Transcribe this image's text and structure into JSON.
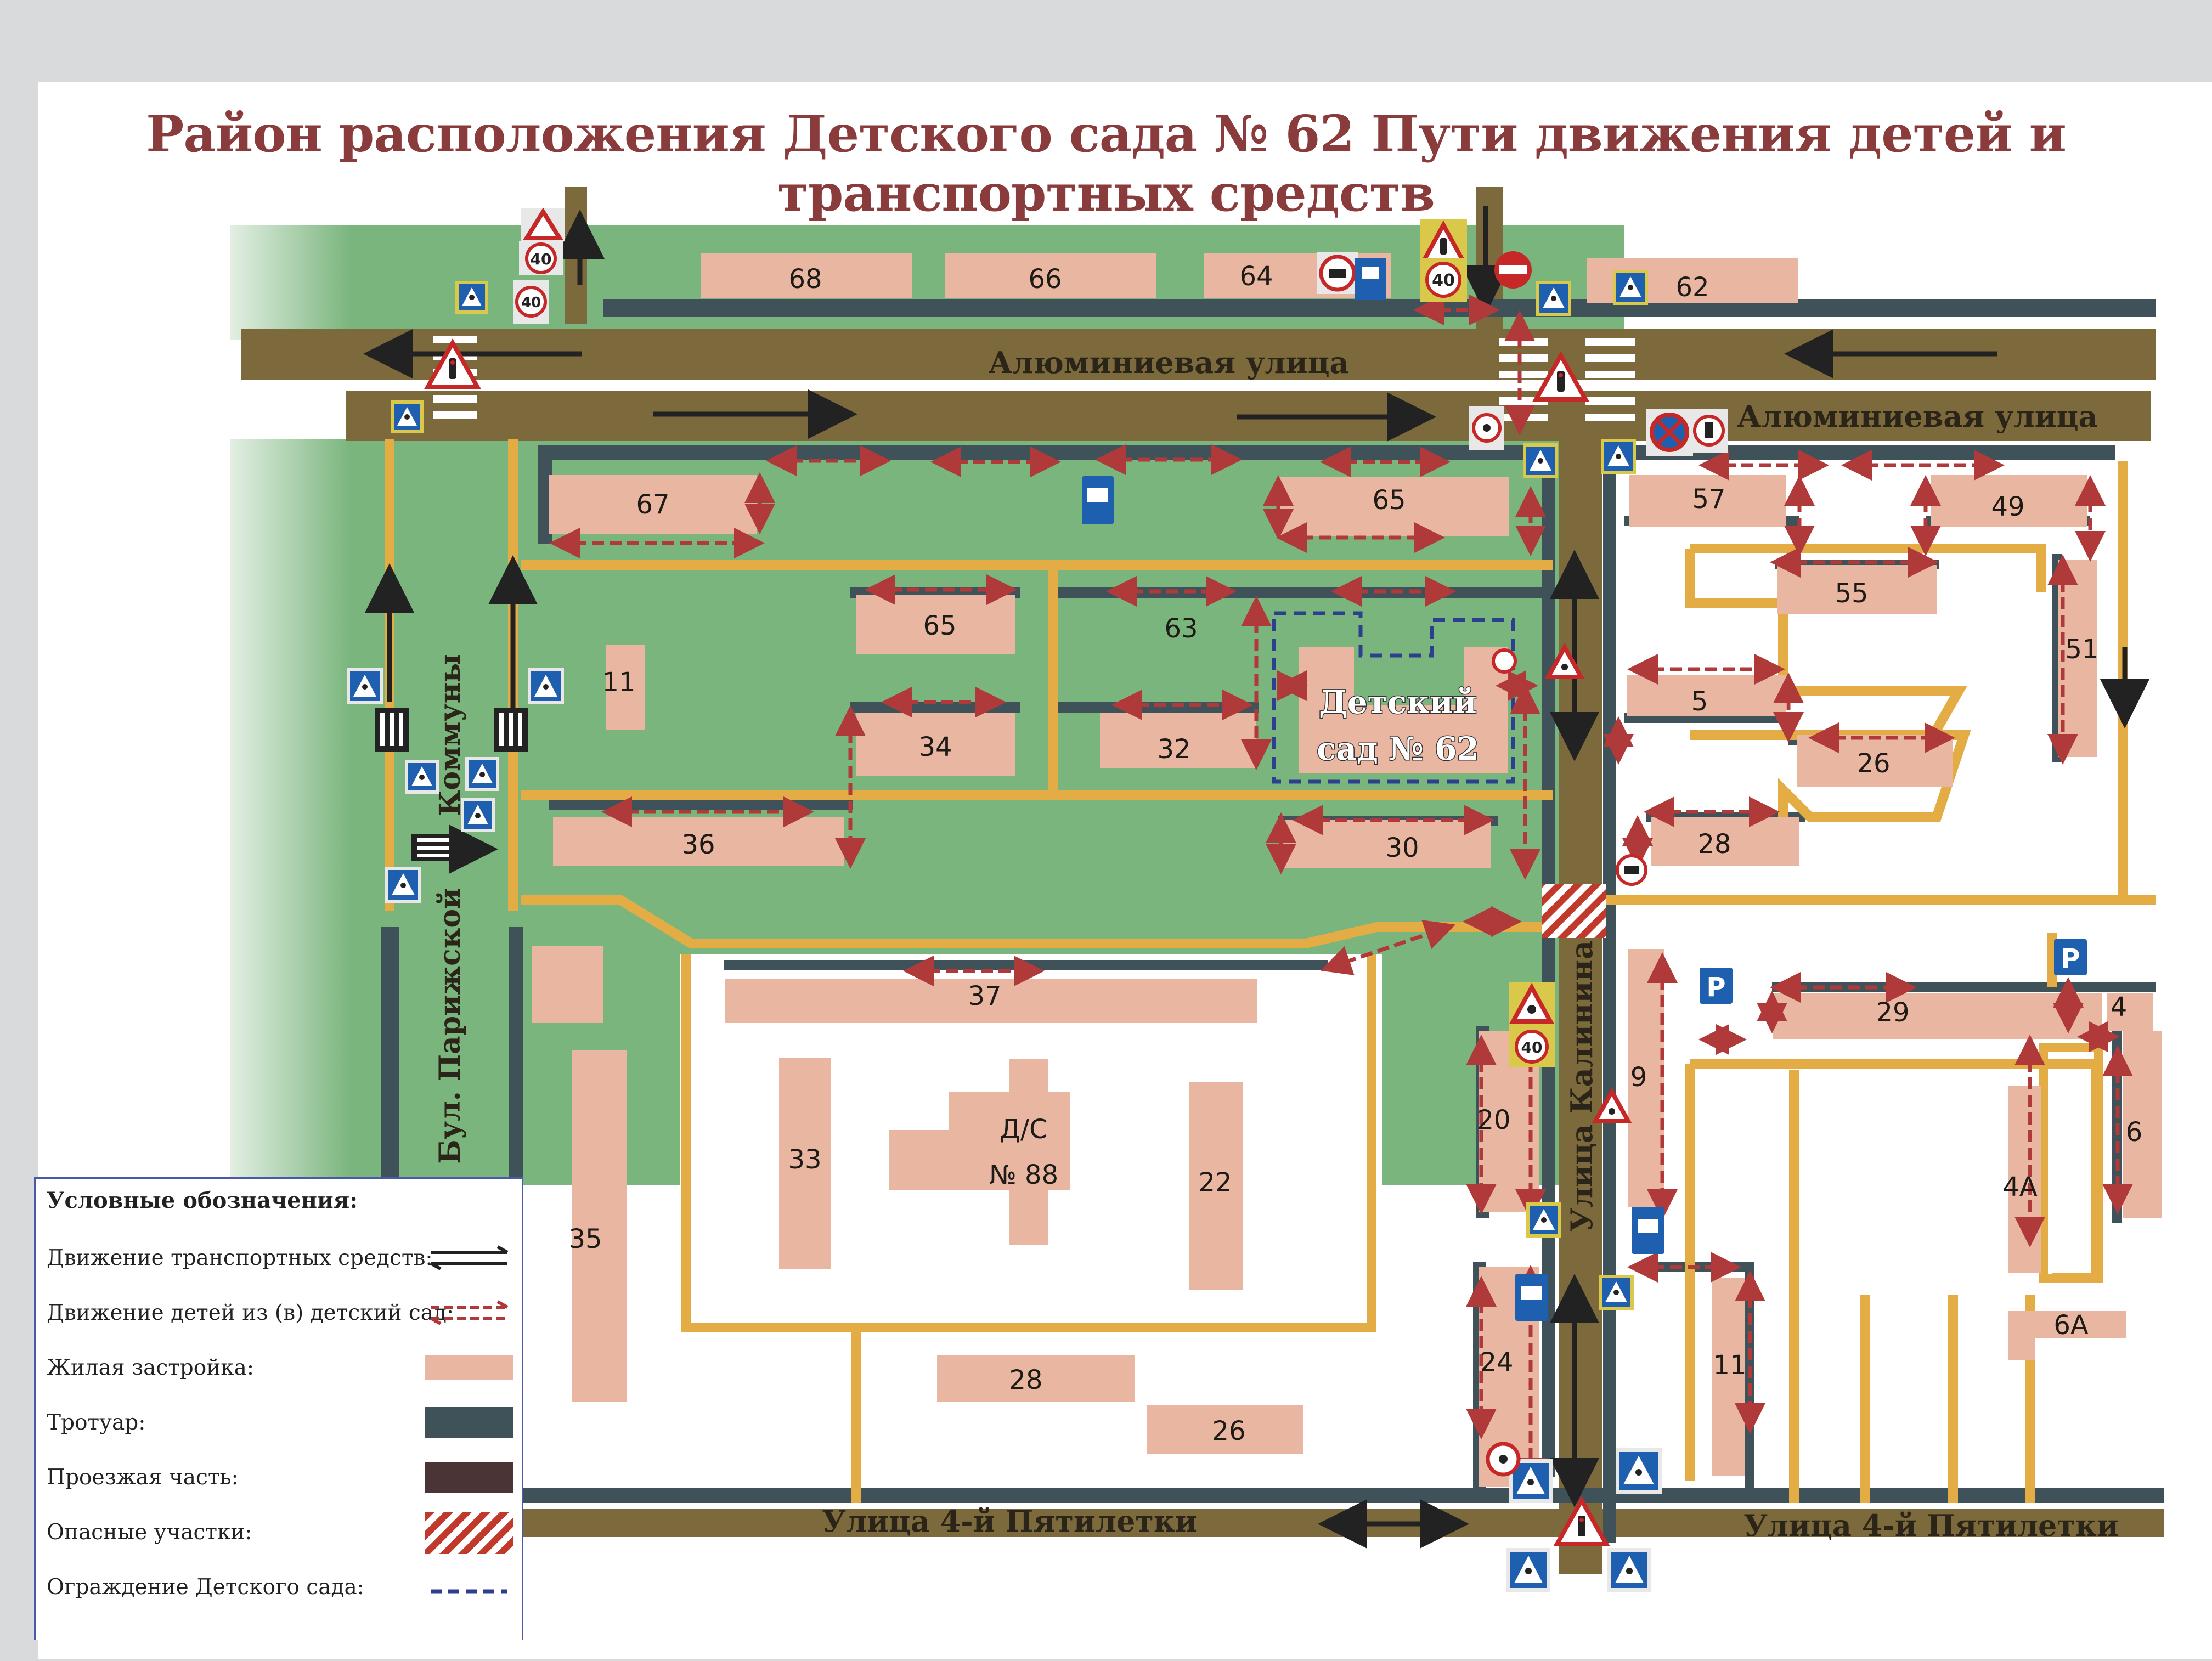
{
  "title": "Район расположения Детского сада № 62   Пути движения детей и транспортных средств",
  "streets": {
    "aluminum_upper": "Алюминиевая улица",
    "aluminum_right": "Алюминиевая улица",
    "kalinina": "Улица Калинина",
    "parizhskoy": "Бул. Парижской",
    "kommuny": "Коммуны",
    "pyatiletki_left": "Улица 4-й Пятилетки",
    "pyatiletki_right": "Улица 4-й Пятилетки"
  },
  "buildings": {
    "b68": "68",
    "b66": "66",
    "b64": "64",
    "b62": "62",
    "b67": "67",
    "b65a": "65",
    "b57": "57",
    "b49": "49",
    "b55": "55",
    "b51": "51",
    "b65b": "65",
    "b63": "63",
    "b11a": "11",
    "b34": "34",
    "b32": "32",
    "kg_line1": "Детский",
    "kg_line2": "сад № 62",
    "b5": "5",
    "b26a": "26",
    "b36": "36",
    "b30": "30",
    "b28a": "28",
    "b37": "37",
    "b29": "29",
    "b4": "4",
    "b9": "9",
    "b20": "20",
    "b33": "33",
    "ds88_line1": "Д/С",
    "ds88_line2": "№ 88",
    "b22": "22",
    "b35": "35",
    "b6": "6",
    "b4a": "4А",
    "b6a": "6А",
    "b24": "24",
    "b11b": "11",
    "b28b": "28",
    "b26b": "26"
  },
  "signs": {
    "speed": "40",
    "parking": "P"
  },
  "legend": {
    "title": "Условные обозначения:",
    "items": [
      "Движение транспортных средств:",
      "Движение детей из (в) детский сад:",
      "Жилая застройка:",
      "Тротуар:",
      "Проезжая часть:",
      "Опасные участки:",
      "Ограждение Детского сада:"
    ]
  },
  "colors": {
    "road": "#7d6a3c",
    "sidewalk": "#3f5259",
    "building": "#e8b6a1",
    "green": "#7ab57d",
    "path": "#e3ac45",
    "kid_route": "#b03a3a",
    "fence": "#2d3f8f"
  }
}
